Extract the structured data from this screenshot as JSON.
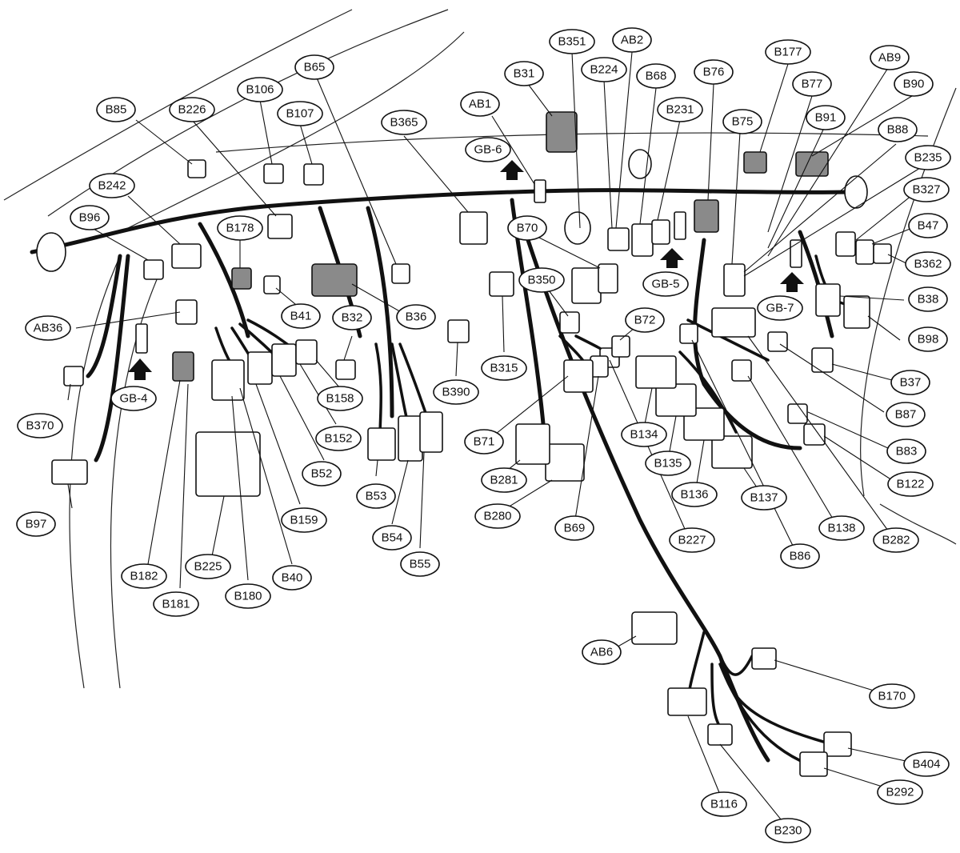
{
  "callouts": [
    "B85",
    "B226",
    "B106",
    "B65",
    "B107",
    "B242",
    "B96",
    "B178",
    "B41",
    "AB36",
    "GB-4",
    "B370",
    "B97",
    "B182",
    "B181",
    "B225",
    "B180",
    "B40",
    "B159",
    "B52",
    "B152",
    "B158",
    "B32",
    "B36",
    "B53",
    "B54",
    "B55",
    "B365",
    "B390",
    "B315",
    "B351",
    "AB2",
    "B31",
    "B224",
    "B68",
    "AB1",
    "GB-6",
    "B231",
    "B76",
    "B177",
    "B77",
    "AB9",
    "B90",
    "B75",
    "B91",
    "B88",
    "B235",
    "B327",
    "B47",
    "B362",
    "B38",
    "B98",
    "B37",
    "B87",
    "B83",
    "B122",
    "B282",
    "B138",
    "B86",
    "B137",
    "B136",
    "B135",
    "B134",
    "B227",
    "B69",
    "B280",
    "B281",
    "B71",
    "B72",
    "B350",
    "B70",
    "GB-5",
    "GB-7",
    "AB6",
    "B170",
    "B116",
    "B230",
    "B404",
    "B292"
  ]
}
